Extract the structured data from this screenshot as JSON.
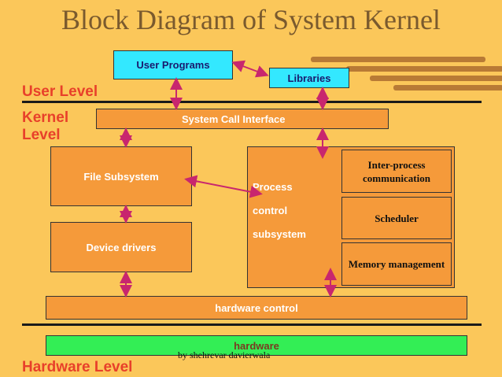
{
  "title": "Block Diagram of System Kernel",
  "levels": {
    "user": "User Level",
    "kernel": "Kernel",
    "kernel2": "Level",
    "hardware": "Hardware Level"
  },
  "blocks": {
    "user_programs": "User Programs",
    "libraries": "Libraries",
    "syscall": "System Call Interface",
    "file_subsystem": "File Subsystem",
    "device_drivers": "Device drivers",
    "process_1": "Process",
    "process_2": "control",
    "process_3": "subsystem",
    "ipc": "Inter-process communication",
    "scheduler": "Scheduler",
    "memory": "Memory management",
    "hw_control": "hardware control",
    "hardware": "hardware"
  },
  "footer": "by shehrevar davierwala",
  "colors": {
    "background": "#FBC75A",
    "level_text": "#E8402A",
    "block_orange": "#F59A3A",
    "block_cyan": "#33E8FF",
    "block_green": "#33EE55",
    "arrow": "#C8266E"
  }
}
